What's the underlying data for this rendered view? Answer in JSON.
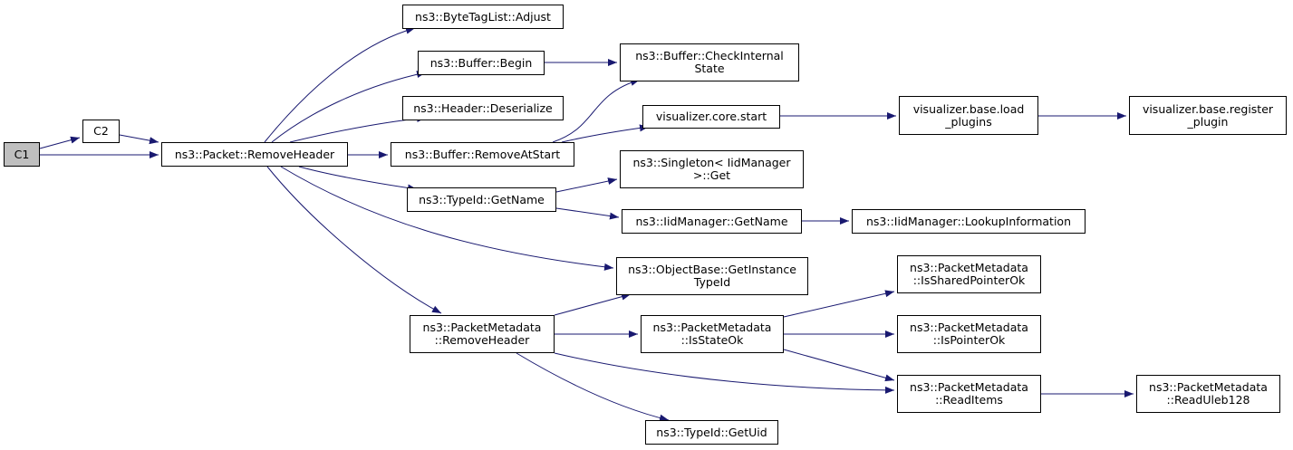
{
  "diagram": {
    "colors": {
      "edge": "#191970",
      "node_border": "#000000",
      "root_fill": "#bfbfbf",
      "node_fill": "#ffffff"
    },
    "nodes": [
      {
        "id": "c1",
        "lines": [
          "C1"
        ],
        "root": true
      },
      {
        "id": "c2",
        "lines": [
          "C2"
        ]
      },
      {
        "id": "packet-removeheader",
        "lines": [
          "ns3::Packet::RemoveHeader"
        ]
      },
      {
        "id": "bytetaglist-adjust",
        "lines": [
          "ns3::ByteTagList::Adjust"
        ]
      },
      {
        "id": "buffer-begin",
        "lines": [
          "ns3::Buffer::Begin"
        ]
      },
      {
        "id": "header-deserialize",
        "lines": [
          "ns3::Header::Deserialize"
        ]
      },
      {
        "id": "buffer-removeatstart",
        "lines": [
          "ns3::Buffer::RemoveAtStart"
        ]
      },
      {
        "id": "typeid-getname",
        "lines": [
          "ns3::TypeId::GetName"
        ]
      },
      {
        "id": "packetmetadata-removeheader",
        "lines": [
          "ns3::PacketMetadata",
          "::RemoveHeader"
        ]
      },
      {
        "id": "buffer-checkinternalstate",
        "lines": [
          "ns3::Buffer::CheckInternal",
          "State"
        ]
      },
      {
        "id": "visualizer-core-start",
        "lines": [
          "visualizer.core.start"
        ]
      },
      {
        "id": "singleton-get",
        "lines": [
          "ns3::Singleton< IidManager",
          ">::Get"
        ]
      },
      {
        "id": "iidmanager-getname",
        "lines": [
          "ns3::IidManager::GetName"
        ]
      },
      {
        "id": "objectbase-getinstancetypeid",
        "lines": [
          "ns3::ObjectBase::GetInstance",
          "TypeId"
        ]
      },
      {
        "id": "packetmetadata-isstateok",
        "lines": [
          "ns3::PacketMetadata",
          "::IsStateOk"
        ]
      },
      {
        "id": "typeid-getuid",
        "lines": [
          "ns3::TypeId::GetUid"
        ]
      },
      {
        "id": "visualizer-base-loadplugins",
        "lines": [
          "visualizer.base.load",
          "_plugins"
        ]
      },
      {
        "id": "iidmanager-lookupinformation",
        "lines": [
          "ns3::IidManager::LookupInformation"
        ]
      },
      {
        "id": "packetmetadata-issharedpointerok",
        "lines": [
          "ns3::PacketMetadata",
          "::IsSharedPointerOk"
        ]
      },
      {
        "id": "packetmetadata-ispointerok",
        "lines": [
          "ns3::PacketMetadata",
          "::IsPointerOk"
        ]
      },
      {
        "id": "packetmetadata-readitems",
        "lines": [
          "ns3::PacketMetadata",
          "::ReadItems"
        ]
      },
      {
        "id": "visualizer-base-registerplugin",
        "lines": [
          "visualizer.base.register",
          "_plugin"
        ]
      },
      {
        "id": "packetmetadata-readuleb128",
        "lines": [
          "ns3::PacketMetadata",
          "::ReadUleb128"
        ]
      }
    ],
    "edges": [
      {
        "from": "c1",
        "to": "c2"
      },
      {
        "from": "c1",
        "to": "packet-removeheader"
      },
      {
        "from": "c2",
        "to": "packet-removeheader"
      },
      {
        "from": "packet-removeheader",
        "to": "bytetaglist-adjust"
      },
      {
        "from": "packet-removeheader",
        "to": "buffer-begin"
      },
      {
        "from": "packet-removeheader",
        "to": "header-deserialize"
      },
      {
        "from": "packet-removeheader",
        "to": "buffer-removeatstart"
      },
      {
        "from": "packet-removeheader",
        "to": "typeid-getname"
      },
      {
        "from": "packet-removeheader",
        "to": "objectbase-getinstancetypeid"
      },
      {
        "from": "packet-removeheader",
        "to": "packetmetadata-removeheader"
      },
      {
        "from": "buffer-begin",
        "to": "buffer-checkinternalstate"
      },
      {
        "from": "buffer-removeatstart",
        "to": "buffer-checkinternalstate"
      },
      {
        "from": "buffer-removeatstart",
        "to": "visualizer-core-start"
      },
      {
        "from": "visualizer-core-start",
        "to": "visualizer-base-loadplugins"
      },
      {
        "from": "visualizer-base-loadplugins",
        "to": "visualizer-base-registerplugin"
      },
      {
        "from": "typeid-getname",
        "to": "singleton-get"
      },
      {
        "from": "typeid-getname",
        "to": "iidmanager-getname"
      },
      {
        "from": "iidmanager-getname",
        "to": "iidmanager-lookupinformation"
      },
      {
        "from": "packetmetadata-removeheader",
        "to": "objectbase-getinstancetypeid"
      },
      {
        "from": "packetmetadata-removeheader",
        "to": "packetmetadata-isstateok"
      },
      {
        "from": "packetmetadata-removeheader",
        "to": "packetmetadata-readitems"
      },
      {
        "from": "packetmetadata-removeheader",
        "to": "typeid-getuid"
      },
      {
        "from": "packetmetadata-isstateok",
        "to": "packetmetadata-issharedpointerok"
      },
      {
        "from": "packetmetadata-isstateok",
        "to": "packetmetadata-ispointerok"
      },
      {
        "from": "packetmetadata-isstateok",
        "to": "packetmetadata-readitems"
      },
      {
        "from": "packetmetadata-readitems",
        "to": "packetmetadata-readuleb128"
      }
    ]
  }
}
